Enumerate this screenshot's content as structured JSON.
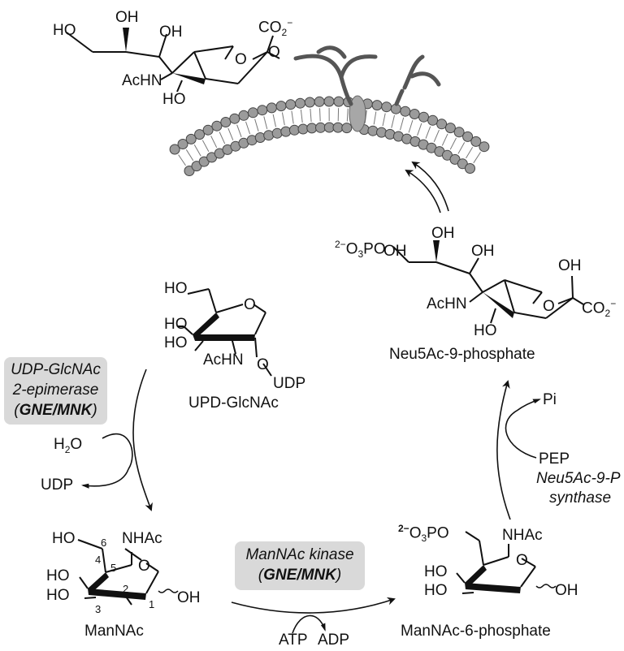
{
  "sialic_acid": {
    "OH_a": "OH",
    "OH_b": "OH",
    "HO_c": "HO",
    "CO2": "CO",
    "CO2_sub": "2",
    "CO2_sup": "−",
    "O_ring": "O",
    "O_link": "O",
    "AcHN": "AcHN",
    "HO_d": "HO"
  },
  "neu5ac9p": {
    "phos_sup": "2−",
    "phos": "O",
    "phos_sub": "3",
    "phos_rest": "PO",
    "OH_a": "OH",
    "OH_b": "OH",
    "OH_c": "OH",
    "O_ring": "O",
    "CO2": "CO",
    "CO2_sub": "2",
    "CO2_sup": "−",
    "AcHN": "AcHN",
    "HO": "HO",
    "caption": "Neu5Ac-9-phosphate"
  },
  "udp_glcnac": {
    "HO_a": "HO",
    "HO_b": "HO",
    "HO_c": "HO",
    "O_ring": "O",
    "AcHN": "AcHN",
    "O_link": "O",
    "UDP": "UDP",
    "caption": "UPD-GlcNAc"
  },
  "epimerase": {
    "line1": "UDP-GlcNAc",
    "line2": "2-epimerase",
    "line3": "(GNE/MNK)",
    "line3_open": "(",
    "line3_bold": "GNE/MNK",
    "line3_close": ")"
  },
  "epimerase_side": {
    "h2o_H": "H",
    "h2o_sub": "2",
    "h2o_O": "O",
    "udp": "UDP"
  },
  "mannac": {
    "HO_a": "HO",
    "HO_b": "HO",
    "HO_c": "HO",
    "NHAc": "NHAc",
    "O_ring": "O",
    "OH": "OH",
    "n1": "1",
    "n2": "2",
    "n3": "3",
    "n4": "4",
    "n5": "5",
    "n6": "6",
    "caption": "ManNAc"
  },
  "kinase": {
    "line1": "ManNAc kinase",
    "line2_open": "(",
    "line2_bold": "GNE/MNK",
    "line2_close": ")"
  },
  "kinase_side": {
    "atp": "ATP",
    "adp": "ADP"
  },
  "mannac6p": {
    "phos_sup": "2−",
    "phos": "O",
    "phos_sub": "3",
    "phos_rest": "PO",
    "NHAc": "NHAc",
    "HO_a": "HO",
    "HO_b": "HO",
    "O_ring": "O",
    "OH": "OH",
    "caption": "ManNAc-6-phosphate"
  },
  "synthase": {
    "line1": "Neu5Ac-9-P",
    "line2": "synthase"
  },
  "synthase_side": {
    "pi": "Pi",
    "pep": "PEP"
  }
}
